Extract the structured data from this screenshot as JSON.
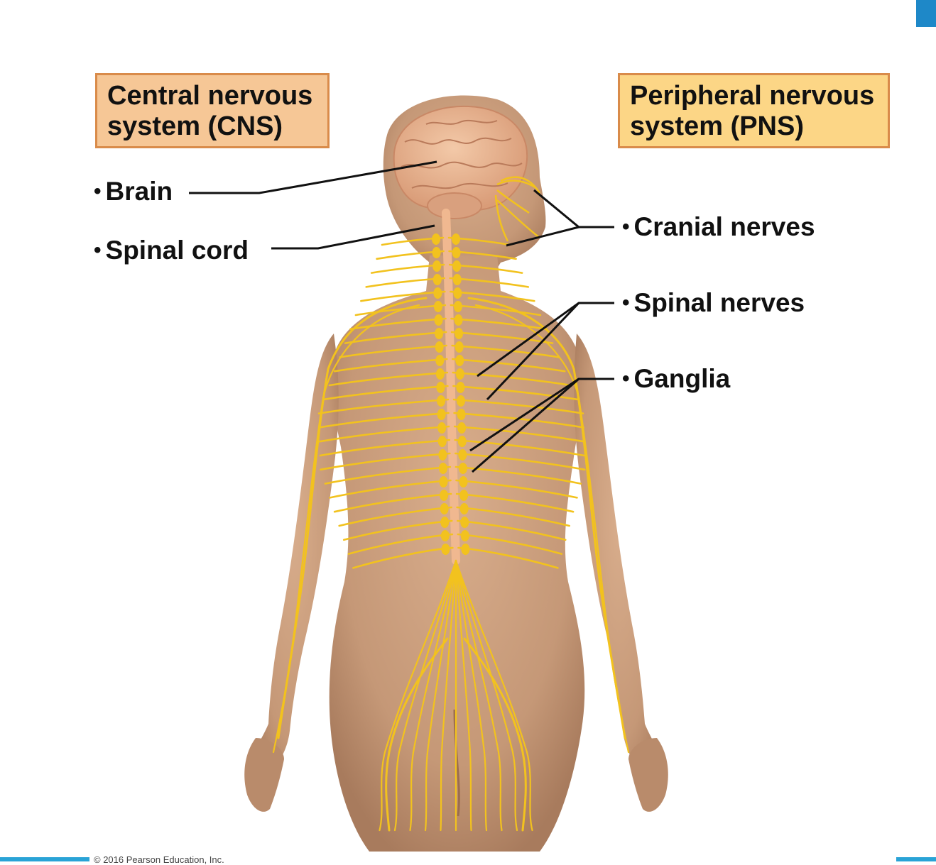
{
  "cns_box": {
    "line1": "Central nervous",
    "line2": "system (CNS)"
  },
  "pns_box": {
    "line1": "Peripheral nervous",
    "line2": "system (PNS)"
  },
  "labels": {
    "brain": "Brain",
    "spinal_cord": "Spinal cord",
    "cranial_nerves": "Cranial nerves",
    "spinal_nerves": "Spinal nerves",
    "ganglia": "Ganglia"
  },
  "bullet": "•",
  "copyright": "© 2016 Pearson Education, Inc.",
  "colors": {
    "skin": "#c99c7c",
    "nerve": "#f2c21e",
    "spinal_cord": "#f0b890",
    "brain": "#e7b18f",
    "cns_box_fill": "#f6c796",
    "pns_box_fill": "#fcd686",
    "box_border": "#d98b4a",
    "accent_blue": "#1e88c8"
  }
}
